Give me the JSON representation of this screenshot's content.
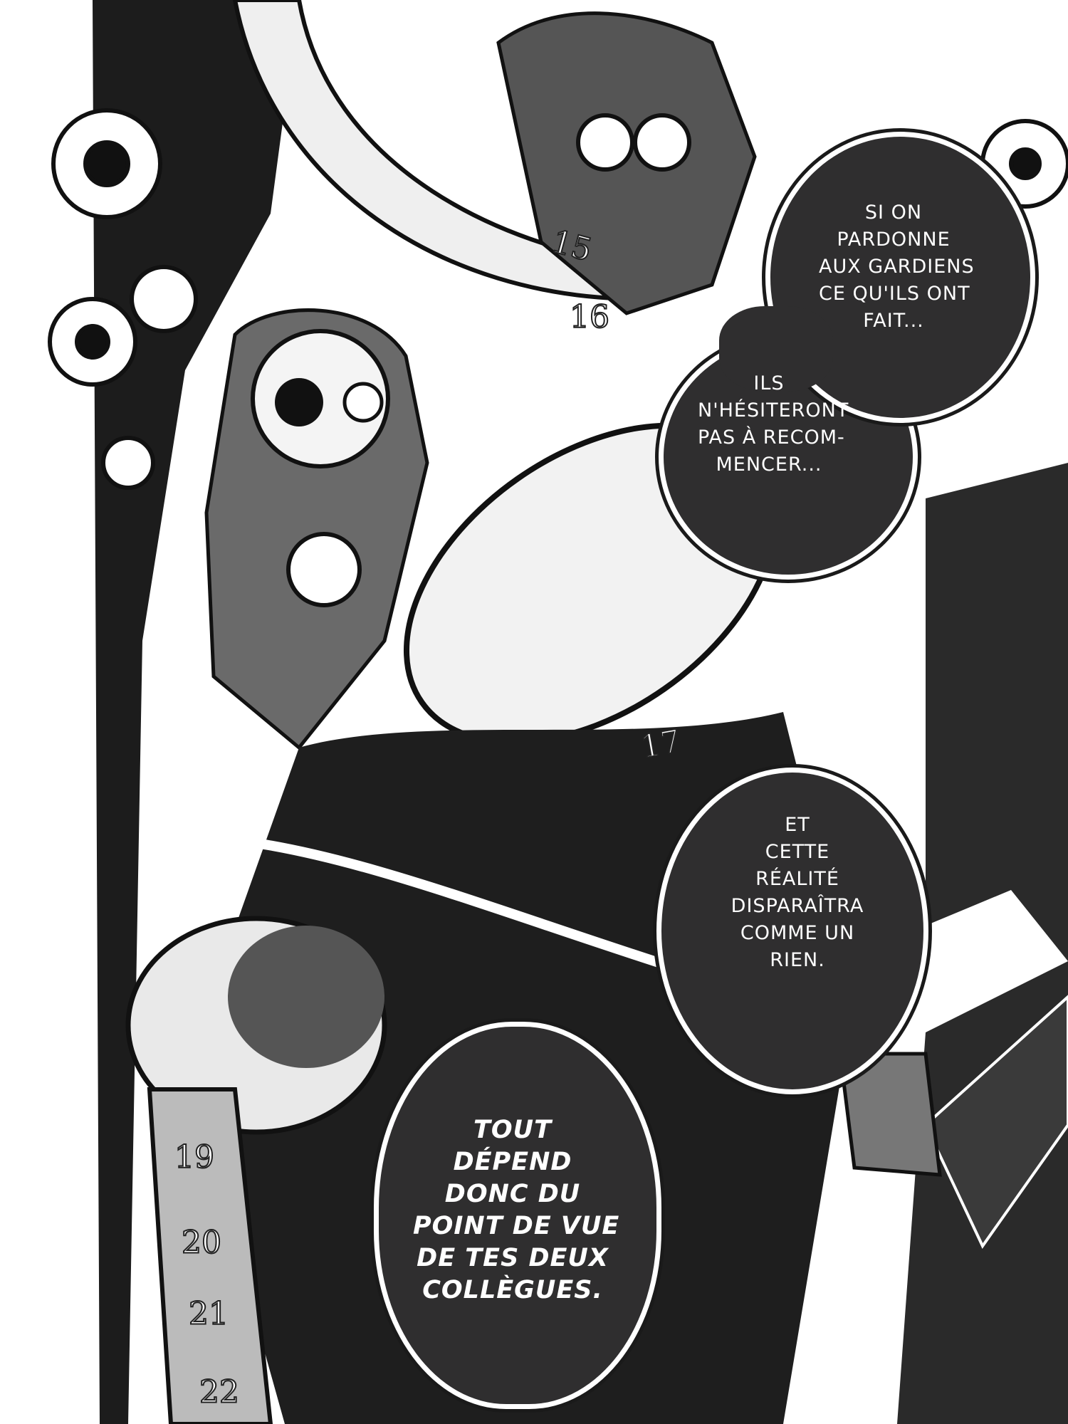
{
  "page": {
    "background_color": "#ffffff",
    "ink_color": "#1a1a1a",
    "bubble_fill": "#2f2e2f"
  },
  "art_numbers": [
    "15",
    "16",
    "17",
    "19",
    "20",
    "21",
    "22"
  ],
  "bubbles": [
    {
      "lines_top": [
        "SI ON",
        "PARDONNE",
        "AUX GARDIENS",
        "CE QU'ILS ONT",
        "FAIT..."
      ],
      "lines_bottom": [
        "ILS",
        "N'HÉSITERONT",
        "PAS À RECOM-",
        "MENCER..."
      ]
    },
    {
      "lines": [
        "ET",
        "CETTE",
        "RÉALITÉ",
        "DISPARAÎTRA",
        "COMME UN",
        "RIEN."
      ]
    },
    {
      "lines": [
        "TOUT",
        "DÉPEND",
        "DONC DU",
        "POINT DE VUE",
        "DE TES DEUX",
        "COLLÈGUES."
      ]
    }
  ]
}
